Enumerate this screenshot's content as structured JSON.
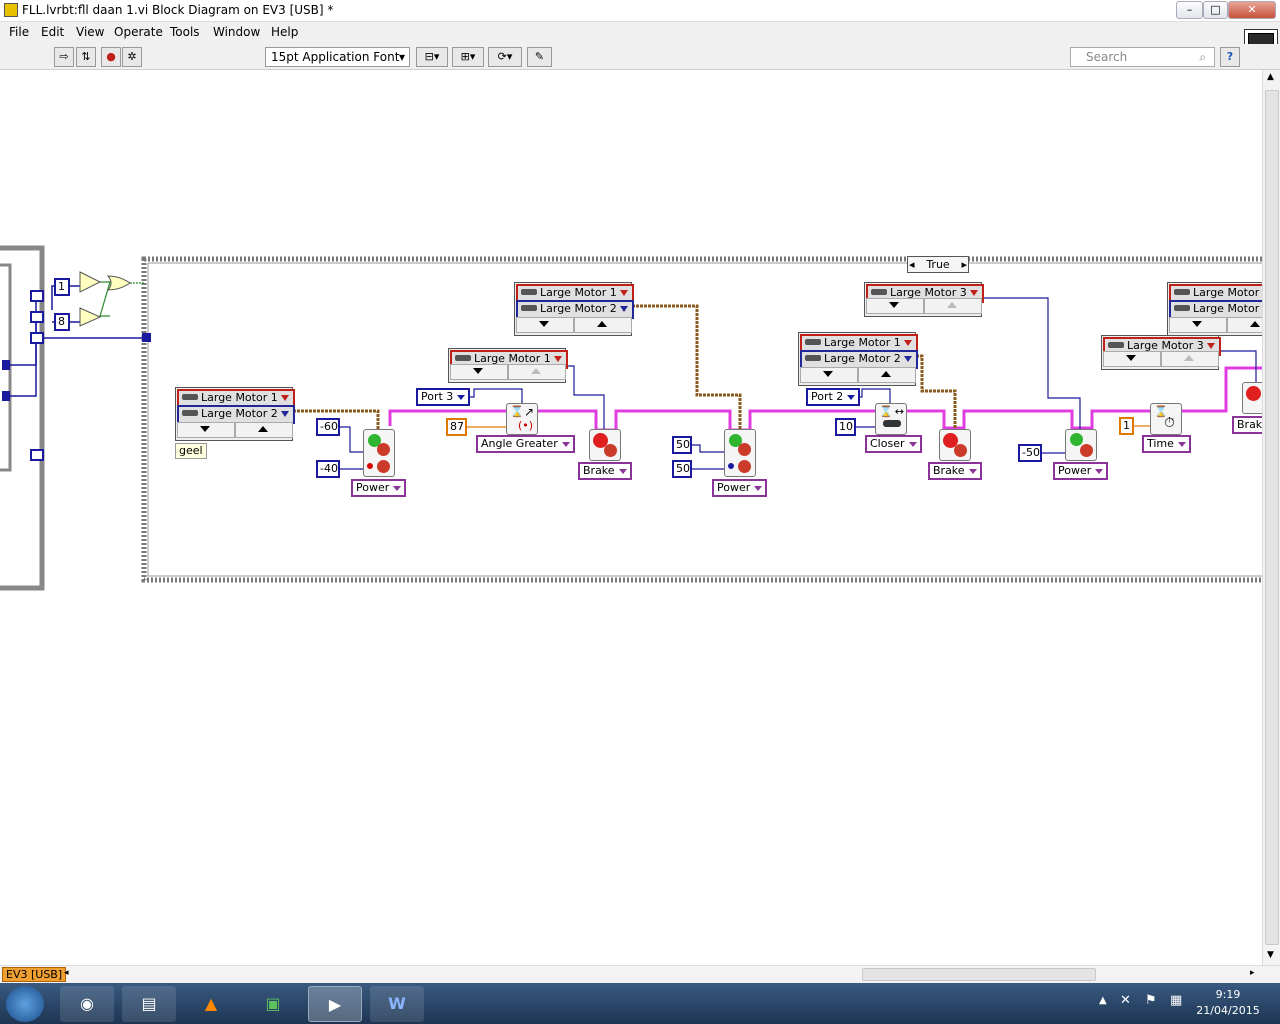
{
  "window": {
    "title": "FLL.lvrbt:fll daan 1.vi Block Diagram on EV3 [USB] *",
    "min": "–",
    "max": "□",
    "close": "✕"
  },
  "menu": [
    "File",
    "Edit",
    "View",
    "Operate",
    "Tools",
    "Window",
    "Help"
  ],
  "toolbar": {
    "font": "15pt Application Font",
    "search_placeholder": "Search",
    "help": "?"
  },
  "diagram": {
    "consts_left": [
      "1",
      "8"
    ],
    "case_selector": "True",
    "label_geel": "geel",
    "motors": [
      {
        "rows": [
          "Large Motor 1",
          "Large Motor 2"
        ]
      },
      {
        "rows": [
          "Large Motor 1"
        ]
      },
      {
        "rows": [
          "Large Motor 1",
          "Large Motor 2"
        ]
      },
      {
        "rows": [
          "Large Motor 1",
          "Large Motor 2"
        ]
      },
      {
        "rows": [
          "Large Motor 3"
        ]
      },
      {
        "rows": [
          "Large Motor 3"
        ]
      },
      {
        "rows": [
          "Large Motor",
          "Large Motor"
        ]
      }
    ],
    "power1": {
      "a": "-60",
      "b": "-40",
      "mode": "Power"
    },
    "port3": "Port 3",
    "angle": {
      "value": "87",
      "mode": "Angle Greater"
    },
    "brake1": "Brake",
    "power2": {
      "a": "50",
      "b": "50",
      "mode": "Power"
    },
    "port2": "Port 2",
    "closer": {
      "value": "10",
      "mode": "Closer"
    },
    "brake2": "Brake",
    "power3": {
      "a": "-50",
      "mode": "Power"
    },
    "time": {
      "value": "1",
      "mode": "Time"
    },
    "brake3": "Brake"
  },
  "status": {
    "target": "EV3 [USB]"
  },
  "taskbar": {
    "time": "9:19",
    "date": "21/04/2015"
  },
  "colors": {
    "wire_pink": "#e03ce0",
    "wire_brown": "#8b5a1e",
    "wire_blue": "#1a1a9e",
    "motor_red": "#c0201a",
    "motor_blue": "#21279b"
  }
}
